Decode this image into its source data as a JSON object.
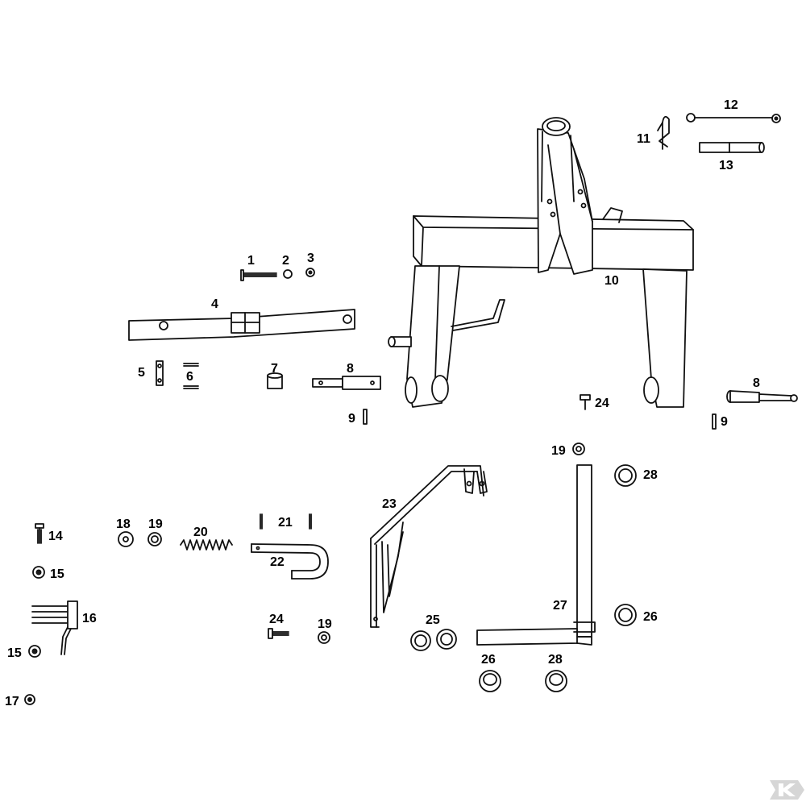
{
  "labels": [
    {
      "id": "1",
      "text": "1"
    },
    {
      "id": "2",
      "text": "2"
    },
    {
      "id": "3",
      "text": "3"
    },
    {
      "id": "4",
      "text": "4"
    },
    {
      "id": "5",
      "text": "5"
    },
    {
      "id": "6",
      "text": "6"
    },
    {
      "id": "7",
      "text": "7"
    },
    {
      "id": "8a",
      "text": "8"
    },
    {
      "id": "8b",
      "text": "8"
    },
    {
      "id": "9a",
      "text": "9"
    },
    {
      "id": "9b",
      "text": "9"
    },
    {
      "id": "10",
      "text": "10"
    },
    {
      "id": "11",
      "text": "11"
    },
    {
      "id": "12",
      "text": "12"
    },
    {
      "id": "13",
      "text": "13"
    },
    {
      "id": "14",
      "text": "14"
    },
    {
      "id": "15a",
      "text": "15"
    },
    {
      "id": "15b",
      "text": "15"
    },
    {
      "id": "16",
      "text": "16"
    },
    {
      "id": "17",
      "text": "17"
    },
    {
      "id": "18",
      "text": "18"
    },
    {
      "id": "19a",
      "text": "19"
    },
    {
      "id": "19b",
      "text": "19"
    },
    {
      "id": "19c",
      "text": "19"
    },
    {
      "id": "20",
      "text": "20"
    },
    {
      "id": "21",
      "text": "21"
    },
    {
      "id": "22",
      "text": "22"
    },
    {
      "id": "23",
      "text": "23"
    },
    {
      "id": "24a",
      "text": "24"
    },
    {
      "id": "24b",
      "text": "24"
    },
    {
      "id": "25",
      "text": "25"
    },
    {
      "id": "26a",
      "text": "26"
    },
    {
      "id": "26b",
      "text": "26"
    },
    {
      "id": "27",
      "text": "27"
    },
    {
      "id": "28a",
      "text": "28"
    },
    {
      "id": "28b",
      "text": "28"
    }
  ],
  "colors": {
    "line": "#111111",
    "background": "#ffffff",
    "watermark": "#d6d6d6"
  },
  "watermark": {
    "icon": "brand-logo-icon"
  }
}
